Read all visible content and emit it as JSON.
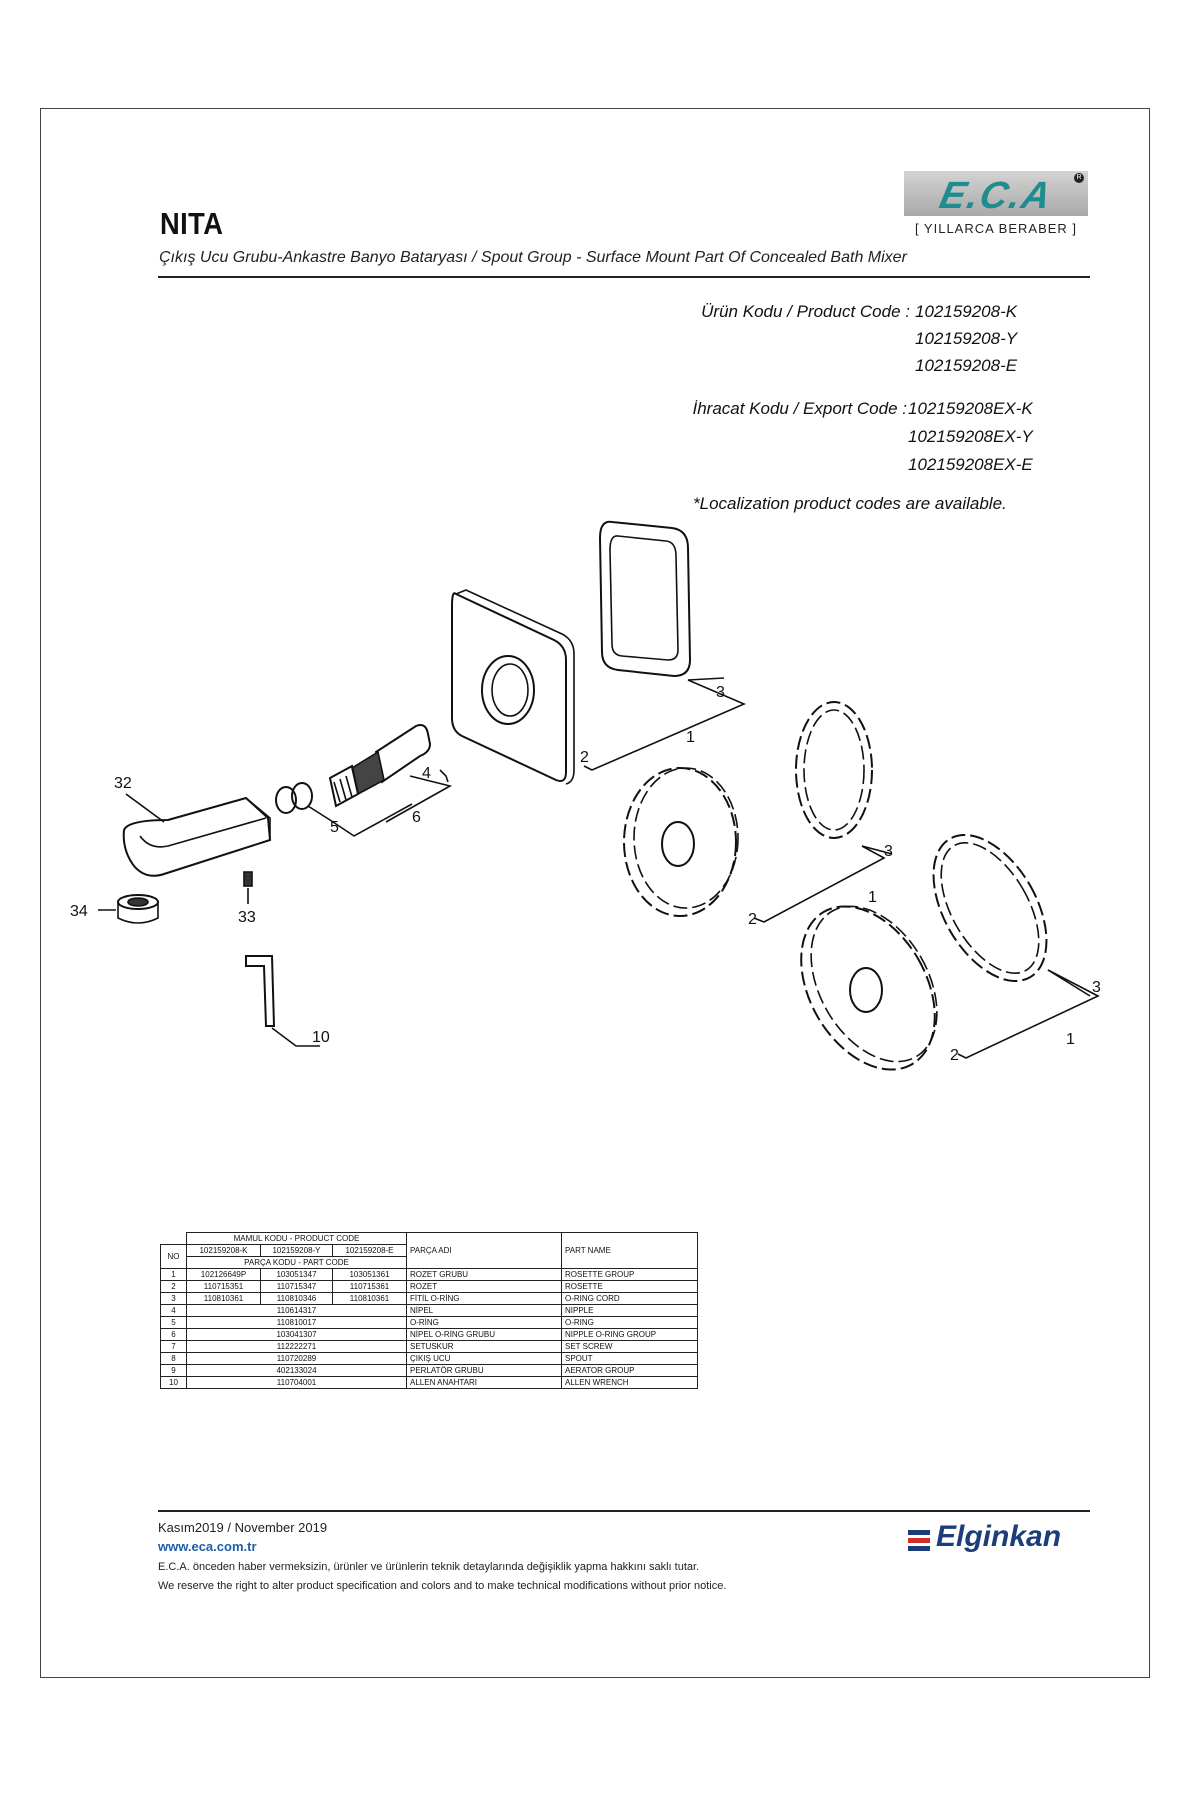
{
  "header": {
    "title": "NITA",
    "subtitle": "Çıkış Ucu Grubu-Ankastre Banyo Bataryası / Spout Group - Surface Mount Part Of Concealed Bath Mixer",
    "logo_text": "E.C.A",
    "logo_reg": "R",
    "tagline": "[ YILLARCA BERABER ]",
    "colors": {
      "logo": "#1f8c8f",
      "logo_bg": "#b8b8b8",
      "elginkan": "#1b3d7a",
      "elginkan_red": "#d22f27"
    }
  },
  "codes": {
    "product_label": "Ürün Kodu / Product Code :",
    "product_codes": [
      "102159208-K",
      "102159208-Y",
      "102159208-E"
    ],
    "export_label": "İhracat Kodu / Export Code :",
    "export_codes": [
      "102159208EX-K",
      "102159208EX-Y",
      "102159208EX-E"
    ],
    "note": "*Localization product codes are available."
  },
  "callouts": {
    "n1a": "1",
    "n1b": "1",
    "n1c": "1",
    "n2a": "2",
    "n2b": "2",
    "n2c": "2",
    "n3a": "3",
    "n3b": "3",
    "n3c": "3",
    "n4": "4",
    "n5": "5",
    "n6": "6",
    "n10": "10",
    "n32": "32",
    "n33": "33",
    "n34": "34"
  },
  "table": {
    "mamul_header": "MAMUL KODU - PRODUCT CODE",
    "no_header": "NO",
    "parca_header": "PARÇA KODU - PART CODE",
    "col_parca_adi": "PARÇA ADI",
    "col_part_name": "PART NAME",
    "product_codes": [
      "102159208-K",
      "102159208-Y",
      "102159208-E"
    ],
    "rows": [
      {
        "no": "1",
        "k": "102126649P",
        "y": "103051347",
        "e": "103051361",
        "parca": "ROZET GRUBU",
        "name": "ROSETTE GROUP"
      },
      {
        "no": "2",
        "k": "110715351",
        "y": "110715347",
        "e": "110715361",
        "parca": "ROZET",
        "name": "ROSETTE"
      },
      {
        "no": "3",
        "k": "110810361",
        "y": "110810346",
        "e": "110810361",
        "parca": "FİTİL O-RİNG",
        "name": "O-RING CORD"
      },
      {
        "no": "4",
        "code": "110614317",
        "parca": "NİPEL",
        "name": "NIPPLE"
      },
      {
        "no": "5",
        "code": "110810017",
        "parca": "O-RİNG",
        "name": "O-RING"
      },
      {
        "no": "6",
        "code": "103041307",
        "parca": "NİPEL O-RİNG GRUBU",
        "name": "NIPPLE O-RING GROUP"
      },
      {
        "no": "7",
        "code": "112222271",
        "parca": "SETUSKUR",
        "name": "SET SCREW"
      },
      {
        "no": "8",
        "code": "110720289",
        "parca": "ÇIKIŞ UCU",
        "name": "SPOUT"
      },
      {
        "no": "9",
        "code": "402133024",
        "parca": "PERLATÖR GRUBU",
        "name": "AERATOR GROUP"
      },
      {
        "no": "10",
        "code": "110704001",
        "parca": "ALLEN ANAHTARI",
        "name": "ALLEN WRENCH"
      }
    ]
  },
  "footer": {
    "date": "Kasım2019 / November 2019",
    "url": "www.eca.com.tr",
    "disclaimer_tr": "E.C.A. önceden haber vermeksizin, ürünler ve ürünlerin teknik detaylarında değişiklik yapma hakkını saklı tutar.",
    "disclaimer_en": "We reserve the right to alter product specification and colors and to make technical modifications without prior notice.",
    "brand": "Elginkan"
  }
}
